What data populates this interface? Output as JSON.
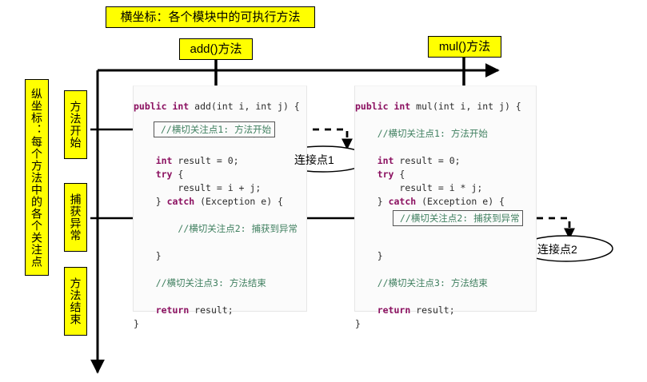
{
  "diagram": {
    "title_top": "横坐标：各个模块中的可执行方法",
    "label_add": "add()方法",
    "label_mul": "mul()方法",
    "label_yaxis": "纵坐标：每个方法中的各个关注点",
    "label_concern_start": "方法开始",
    "label_concern_catch": "捕获异常",
    "label_concern_end": "方法结束",
    "joinpoint_1": "连接点1",
    "joinpoint_2": "连接点2"
  },
  "code_add": {
    "signature_kw": "public int",
    "signature_rest": " add(int i, int j) {",
    "comment1": "//横切关注点1: 方法开始",
    "line_int_kw": "int",
    "line_int_rest": " result = 0;",
    "line_try_kw": "try",
    "line_try_rest": " {",
    "line_result": "    result = i + j;",
    "line_catch_a": "} ",
    "line_catch_kw": "catch",
    "line_catch_b": " (Exception e) {",
    "comment2": "//横切关注点2: 捕获到异常",
    "line_brace_close": "}",
    "comment3": "//横切关注点3: 方法结束",
    "line_return_kw": "return",
    "line_return_rest": " result;",
    "line_end_brace": "}"
  },
  "code_mul": {
    "signature_kw": "public int",
    "signature_rest": " mul(int i, int j) {",
    "comment1": "//横切关注点1: 方法开始",
    "line_int_kw": "int",
    "line_int_rest": " result = 0;",
    "line_try_kw": "try",
    "line_try_rest": " {",
    "line_result": "    result = i * j;",
    "line_catch_a": "} ",
    "line_catch_kw": "catch",
    "line_catch_b": " (Exception e) {",
    "comment2": "//横切关注点2: 捕获到异常",
    "line_brace_close": "}",
    "comment3": "//横切关注点3: 方法结束",
    "line_return_kw": "return",
    "line_return_rest": " result;",
    "line_end_brace": "}"
  },
  "joinpoint_boxes": {
    "add_start": "//横切关注点1: 方法开始",
    "mul_catch": "//横切关注点2: 捕获到异常"
  },
  "colors": {
    "highlight": "#ffff00",
    "keyword": "#8b1060",
    "comment": "#3f7f5f",
    "axis": "#000000",
    "panel_bg": "#fbfbfb"
  }
}
